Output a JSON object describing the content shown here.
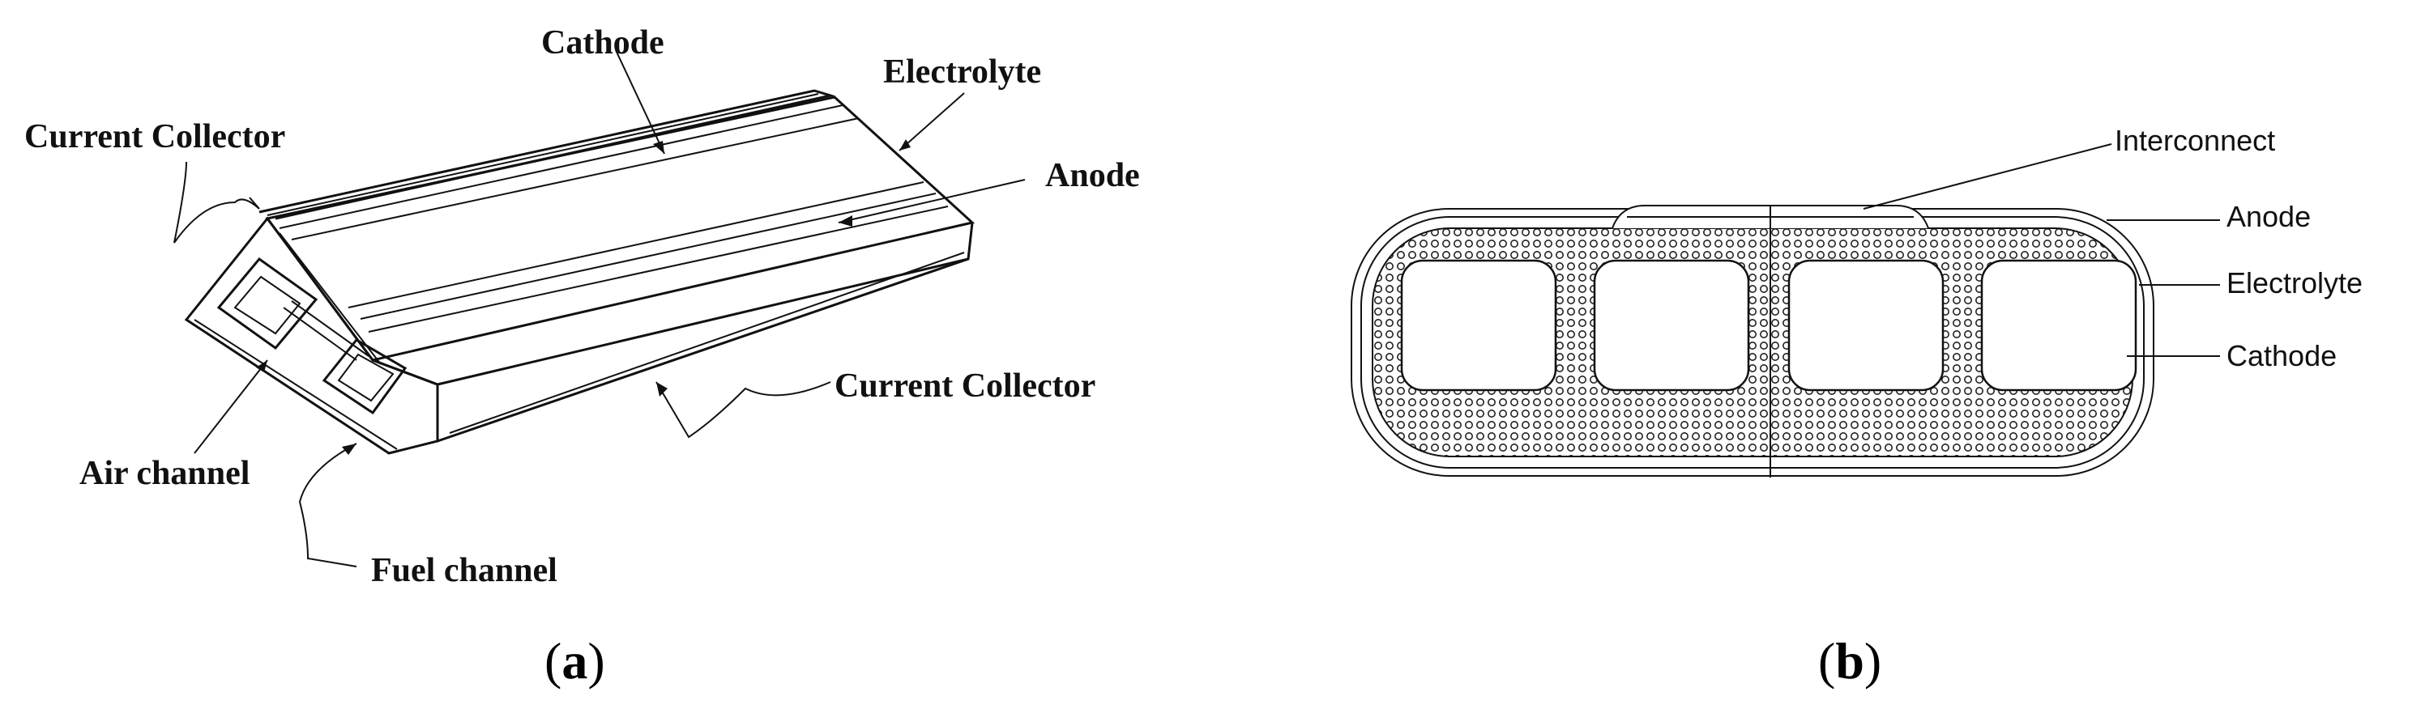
{
  "panel_a": {
    "labels": {
      "cathode": "Cathode",
      "electrolyte": "Electrolyte",
      "current_collector_top": "Current Collector",
      "anode": "Anode",
      "current_collector_bottom": "Current Collector",
      "air_channel": "Air channel",
      "fuel_channel": "Fuel channel"
    },
    "caption": {
      "open": "(",
      "letter": "a",
      "close": ")"
    }
  },
  "panel_b": {
    "labels": {
      "interconnect": "Interconnect",
      "anode": "Anode",
      "electrolyte": "Electrolyte",
      "cathode": "Cathode"
    },
    "caption": {
      "open": "(",
      "letter": "b",
      "close": ")"
    }
  }
}
